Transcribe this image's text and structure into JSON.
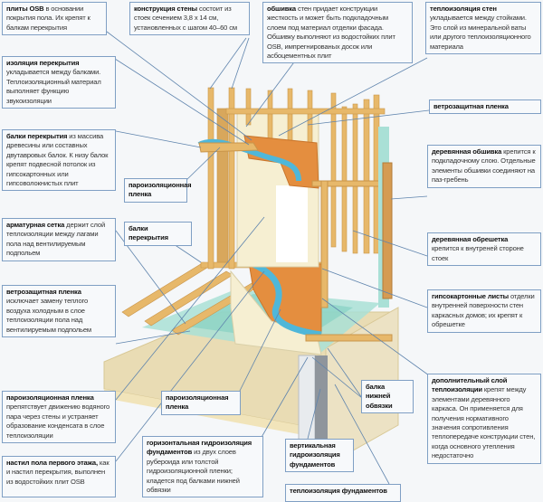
{
  "colors": {
    "line": "#5f84ad",
    "border": "#7f9fc4",
    "wood": "#e7b86a",
    "osb": "#e48e3f",
    "membrane_blue": "#4fb7d9",
    "wind_film": "#a9e0d6",
    "insulation": "#f6efd2",
    "base": "#e9dcb4",
    "foundation": "#b9bec4"
  },
  "labels": {
    "osb": {
      "bold": "плиты OSB",
      "text": " в основании покрытия пола. Их крепят к балкам перекрытия"
    },
    "wall_structure": {
      "bold": "конструкция стены",
      "text": " состоит из стоек сечением 3,8 х 14 см, установленных с шагом 40–60 см"
    },
    "sheathing": {
      "bold": "обшивка",
      "text": " стен придает конструкции жесткость и может быть подкладочным слоем под материал отделки фасада. Обшивку выполняют из водостойких плит OSB, импрегнированых досок или асбоцементных плит"
    },
    "wall_insulation": {
      "bold": "теплоизоляция стен",
      "text": " укладывается между стойками. Это слой из минеральной ваты или другого теплоизоляционного материала"
    },
    "ceiling_insulation": {
      "bold": "изоляция перекрытия",
      "text": " укладывается между балками. Теплоизоляционный материал выполняет функцию звукоизоляции"
    },
    "wind_film_top": {
      "bold": "ветрозащитная пленка",
      "text": ""
    },
    "beams_left": {
      "bold": "балки перекрытия",
      "text": " из массива древесины или составных двутавровых балок. К низу балок крепят подвесной потолок из гипсокартонных или гипсоволокнистых плит"
    },
    "vapor_mid": {
      "bold": "пароизоляционная пленка",
      "text": ""
    },
    "beams_mid": {
      "bold": "балки перекрытия",
      "text": ""
    },
    "mesh": {
      "bold": "арматурная сетка",
      "text": " держит слой теплоизоляции между лагами пола над вентилируемым подпольем"
    },
    "wind_film_left": {
      "bold": "ветрозащитная пленка",
      "text": " исключает замену теплого воздуха холодным в слое теплоизоляции пола над вентилируемым подпольем"
    },
    "wood_cladding": {
      "bold": "деревянная обшивка",
      "text": " крепится к подкладочному слою. Отдельные элементы обшивки соединяют на паз-гребень"
    },
    "wood_battens": {
      "bold": "деревянная обрешетка",
      "text": " крепится к внутреней стороне стоек"
    },
    "drywall": {
      "bold": "гипсокартонные листы",
      "text": " отделки внутренней поверхности стен каркасных домов; их крепят к обрешетке"
    },
    "vapor_left": {
      "bold": "пароизоляционная пленка",
      "text": " препятствует движению водяного пара через стены и устраняет образование конденсата в слое теплоизоляции"
    },
    "first_floor": {
      "bold": "настил пола первого этажа,",
      "text": " как и настил перекрытия, выполнен из водостойких плит OSB"
    },
    "vapor_bottom": {
      "bold": "пароизоляционная пленка",
      "text": ""
    },
    "horiz_waterproof": {
      "bold": "горизонтальная гидроизоляция фундаментов",
      "text": " из двух слоев рубероида или толстой гидроизоляционной пленки; кладется под балками нижней обвязки"
    },
    "sill_beam": {
      "bold": "балка нижней обвязки",
      "text": ""
    },
    "extra_insulation": {
      "bold": "дополнительный слой теплоизоляции",
      "text": " крепят между элементами деревянного каркаса. Он применяется для получения нормативного значения сопротивления теплопередаче конструкции стен, когда основного утепления недостаточно"
    },
    "vert_waterproof": {
      "bold": "вертикальная гидроизоляция фундаментов",
      "text": ""
    },
    "foundation_insulation": {
      "bold": "теплоизоляция фундаментов",
      "text": ""
    }
  }
}
